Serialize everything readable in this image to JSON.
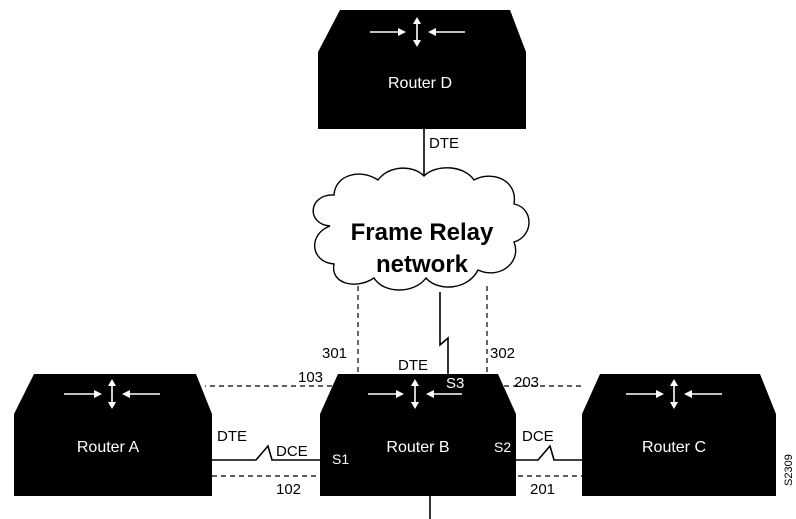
{
  "routers": {
    "d": {
      "label": "Router D"
    },
    "a": {
      "label": "Router A"
    },
    "b": {
      "label": "Router B"
    },
    "c": {
      "label": "Router C"
    }
  },
  "cloud": {
    "line1": "Frame Relay",
    "line2": "network"
  },
  "labels": {
    "d_dte": "DTE",
    "b_dte": "DTE",
    "a_dte": "DTE",
    "b_dce_left": "DCE",
    "b_s1": "S1",
    "b_s2": "S2",
    "b_s3": "S3",
    "c_dce": "DCE",
    "dlci_301": "301",
    "dlci_302": "302",
    "dlci_103": "103",
    "dlci_203": "203",
    "dlci_102": "102",
    "dlci_201": "201"
  },
  "figure_id": "S2309",
  "icons": {
    "router": "router-arrows-icon",
    "cloud": "cloud-icon"
  },
  "colors": {
    "router_fill": "#000000",
    "router_text": "#ffffff",
    "background": "#ffffff"
  }
}
